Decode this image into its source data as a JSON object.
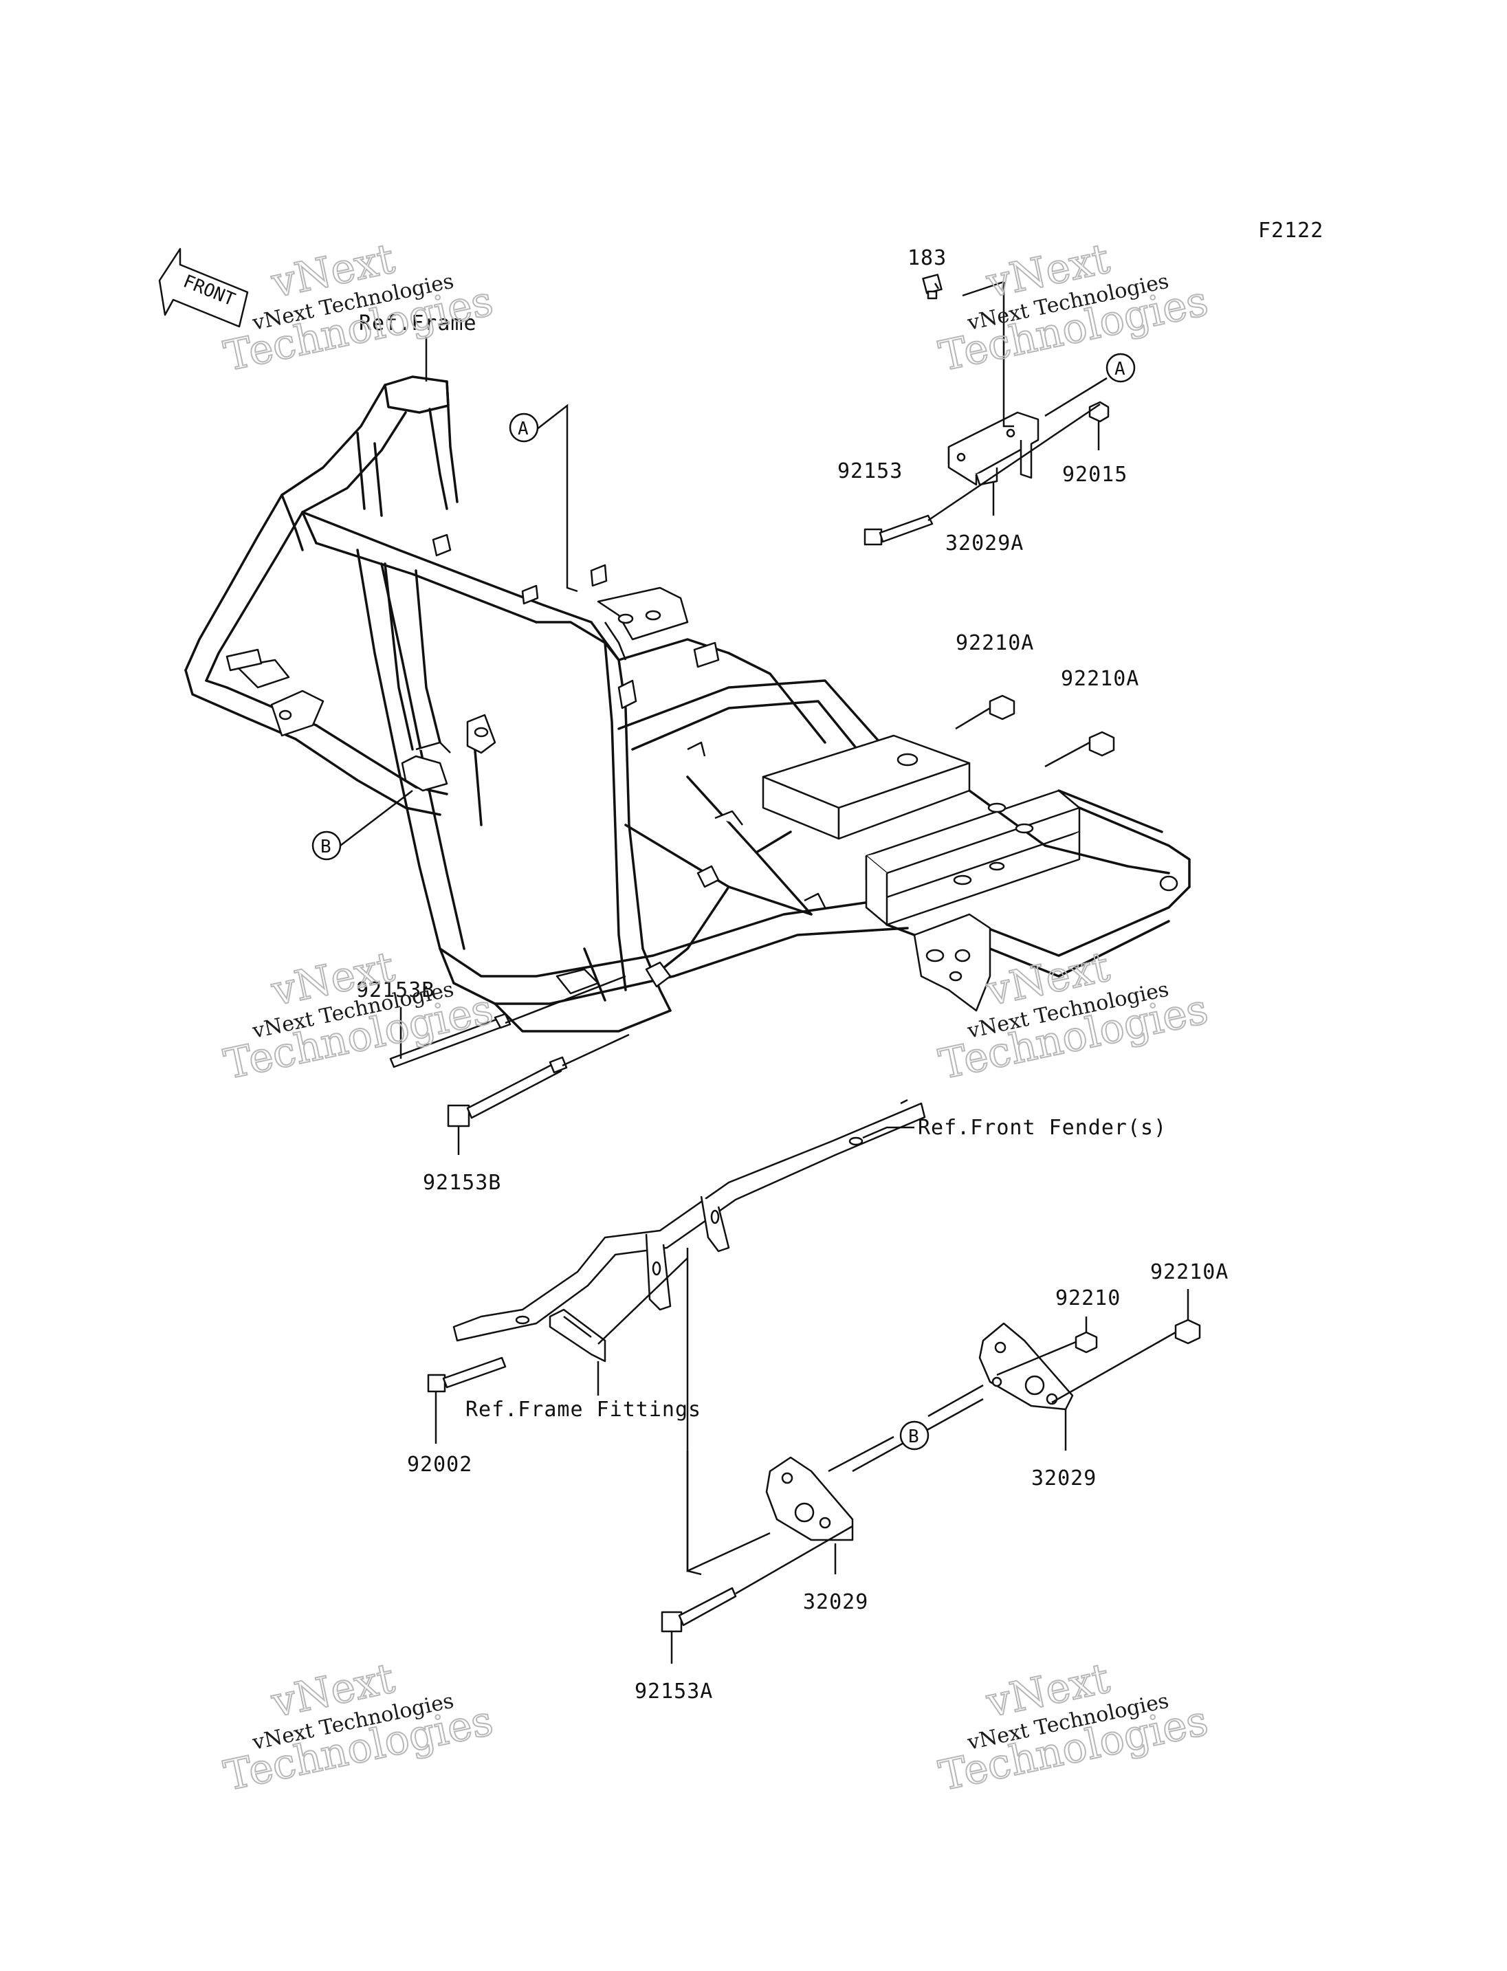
{
  "figure_code": "F2122",
  "front_arrow_label": "FRONT",
  "refs": {
    "frame": "Ref.Frame",
    "front_fender": "Ref.Front Fender(s)",
    "frame_fittings": "Ref.Frame Fittings"
  },
  "markers": {
    "a": "A",
    "b": "B"
  },
  "parts": {
    "p183": "183",
    "p92153": "92153",
    "p92015": "92015",
    "p32029A": "32029A",
    "p92210A_1": "92210A",
    "p92210A_2": "92210A",
    "p92153B_1": "92153B",
    "p92153B_2": "92153B",
    "p92210": "92210",
    "p92210A_3": "92210A",
    "p92002": "92002",
    "p32029_1": "32029",
    "p32029_2": "32029",
    "p92153A": "92153A"
  },
  "watermarks": [
    {
      "line1": "vNext Technologies",
      "line2": "vNext",
      "line3": "Technologies"
    },
    {
      "line1": "vNext Technologies",
      "line2": "vNext",
      "line3": "Technologies"
    },
    {
      "line1": "vNext Technologies",
      "line2": "vNext",
      "line3": "Technologies"
    },
    {
      "line1": "vNext Technologies",
      "line2": "vNext",
      "line3": "Technologies"
    },
    {
      "line1": "vNext Technologies",
      "line2": "vNext",
      "line3": "Technologies"
    },
    {
      "line1": "vNext Technologies",
      "line2": "vNext",
      "line3": "Technologies"
    }
  ]
}
